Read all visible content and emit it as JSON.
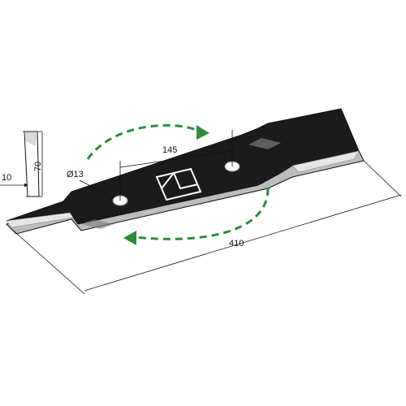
{
  "dimensions": {
    "length": "410",
    "hole_spacing": "145",
    "hole_diameter": "Ø13",
    "profile_height": "70",
    "profile_thickness": "10"
  },
  "colors": {
    "blade": "#1b1b1b",
    "blade_edge": "#cfcfcf",
    "arrow": "#2e8b3e",
    "logo": "#ffffff",
    "line": "#111111"
  },
  "icons": {
    "logo": "brand-logo-icon",
    "rotation": "rotation-arrows-icon"
  }
}
